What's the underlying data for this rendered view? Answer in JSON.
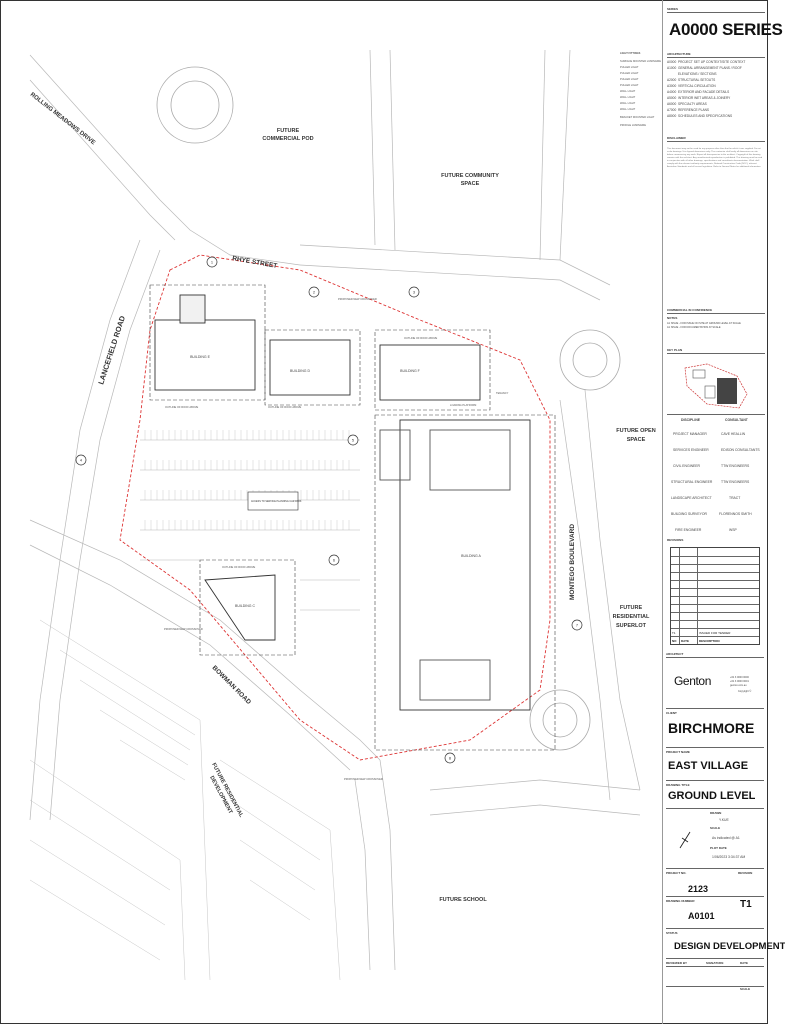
{
  "sheet": {
    "series_label": "SERIES",
    "series_title": "A0000 SERIES"
  },
  "legend": {
    "title": "LIGHT FITTINGS",
    "items": [
      "SURFACE MOUNTED LUMINAIRE",
      "PULLED LIGHT",
      "PULLED LIGHT",
      "PULLED LIGHT",
      "PULLED LIGHT",
      "WALL LIGHT",
      "WALL LIGHT",
      "WALL LIGHT",
      "WALL LIGHT",
      "BRACKET MOUNTED LIGHT",
      "PROFILE LUMINAIRE"
    ]
  },
  "architecture": {
    "label": "ARCHITECTURE",
    "rows": [
      {
        "code": "A0000",
        "desc": "PROJECT SET UP CONTEXT/SITE CONTEXT"
      },
      {
        "code": "A1000",
        "desc": "GENERAL ARRANGEMENT PLANS / ROOF"
      },
      {
        "code": "",
        "desc": "ELEVATIONS / SECTIONS"
      },
      {
        "code": "A2000",
        "desc": "STRUCTURAL SETOUTS"
      },
      {
        "code": "A3000",
        "desc": "VERTICAL CIRCULATION"
      },
      {
        "code": "A4000",
        "desc": "EXTERIOR AND FACADE DETAILS"
      },
      {
        "code": "A5000",
        "desc": "INTERIOR WET AREAS & JOINERY"
      },
      {
        "code": "A6000",
        "desc": "SPECIALTY AREAS"
      },
      {
        "code": "A7000",
        "desc": "REFERENCE PLANS"
      },
      {
        "code": "A8000",
        "desc": "SCHEDULES AND SPECIFICATIONS"
      }
    ]
  },
  "disclaimer": {
    "label": "DISCLAIMER",
    "text": "This document may not be used for any purpose other than that for which it was supplied. Do not scale drawings. Use figured dimensions only. The contractor shall verify all dimensions on site before commencing any work. Report all discrepancies to the architect. Copyright of this drawing remains with the architect. Any unauthorised reproduction is prohibited. This drawing must be read in conjunction with all other drawings, specifications and consultants documentation. Work shall comply with the relevant authority requirements, National Construction Code (NCC), relevant Australian Standards and all current legislation. Refer to General Notes for additional information."
  },
  "commercial": {
    "label": "COMMERCIAL IN CONFIDENCE",
    "notes_label": "NOTES",
    "notes": [
      "A1 ISSUE - FOR ISSUE ON SITE AT GROUND LEVEL AT SCALE",
      "A1 ISSUE - FOR DOCUMENTATION AT SCALE"
    ]
  },
  "keyplan": {
    "label": "KEY PLAN"
  },
  "consultants": {
    "col1": "DISCIPLINE",
    "col2": "CONSULTANT",
    "rows": [
      {
        "role": "PROJECT MANAGER",
        "name": "CAVE HEALLIN"
      },
      {
        "role": "SERVICES ENGINEER",
        "name": "EDISON CONSULTANTS"
      },
      {
        "role": "CIVIL ENGINEER",
        "name": "TTW ENGINEERS"
      },
      {
        "role": "STRUCTURAL ENGINEER",
        "name": "TTW ENGINEERS"
      },
      {
        "role": "LANDSCAPE ARCHITECT",
        "name": "TRACT"
      },
      {
        "role": "BUILDING SURVEYOR",
        "name": "FLORENNOS SMITH"
      },
      {
        "role": "FIRE ENGINEER",
        "name": "WSP"
      }
    ]
  },
  "revisions": {
    "label": "REVISIONS",
    "header": [
      "NO",
      "DATE",
      "DESCRIPTION"
    ],
    "rows": [
      {
        "no": "T1",
        "date": "",
        "desc": "ISSUED FOR TENDER"
      }
    ]
  },
  "architect": {
    "label": "ARCHITECT",
    "logo": "Genton",
    "contact": [
      "+61 3 0000 0000",
      "+61 3 0000 0001",
      "genton.com.au"
    ],
    "copyright": "Copyright ©"
  },
  "client": {
    "label": "CLIENT",
    "name": "BIRCHMORE"
  },
  "project": {
    "label": "PROJECT NAME",
    "name": "EAST VILLAGE"
  },
  "drawing": {
    "label": "DRAWING TITLE",
    "title": "GROUND LEVEL"
  },
  "meta": {
    "drawn_label": "DRAWN",
    "drawn": "Y.KUE",
    "scale_label": "SCALE",
    "scale": "As indicated @ A1",
    "plot_label": "PLOT DATE",
    "plot": "1/06/2023 3:34:37 AM",
    "project_no_label": "PROJECT NO.",
    "project_no": "2123",
    "revision_label": "REVISION",
    "drawing_no_label": "DRAWING NUMBER",
    "drawing_no": "A0101",
    "revision": "T1",
    "status_label": "STATUS",
    "status": "DESIGN DEVELOPMENT",
    "reviewed_label": "REVIEWED BY",
    "signature_label": "SIGNATURE",
    "date_label": "DATE",
    "bottom_scale_label": "SCALE"
  },
  "plan": {
    "streets": {
      "rolling": "ROLLING MEADOWS DRIVE",
      "lancefield": "LANCEFIELD ROAD",
      "rhye": "RHYE STREET",
      "bowman": "BOWMAN ROAD",
      "montego": "MONTEGO BOULEVARD"
    },
    "zones": {
      "commercial": [
        "FUTURE",
        "COMMERCIAL POD"
      ],
      "community": [
        "FUTURE COMMUNITY",
        "SPACE"
      ],
      "open": [
        "FUTURE OPEN",
        "SPACE"
      ],
      "residential_superlot": [
        "FUTURE",
        "RESIDENTIAL",
        "SUPERLOT"
      ],
      "residential_dev": [
        "FUTURE RESIDENTIAL",
        "DEVELOPMENT"
      ],
      "school": "FUTURE SCHOOL"
    },
    "buildings": {
      "e": "BUILDING E",
      "d": "BUILDING D",
      "f": "BUILDING F",
      "a": "BUILDING A",
      "c": "BUILDING C"
    },
    "notes": {
      "roof_outline": "OUTLINE OF ROOF ABOVE",
      "crossover": "PROPOSED NEW CROSSOVER",
      "loading": "LOADING PLATFORM",
      "carpark": "ACCESS TO SERVICE PLANNING CAR PARK",
      "tenancy": "TENANCY"
    },
    "grid_markers": [
      "1",
      "2",
      "3",
      "4",
      "5",
      "6",
      "7",
      "8"
    ]
  }
}
